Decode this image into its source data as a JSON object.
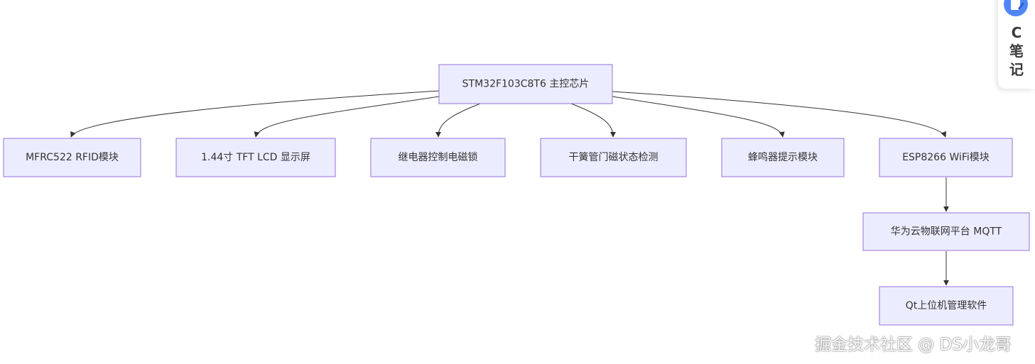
{
  "diagram": {
    "nodes": {
      "mcu": "STM32F103C8T6 主控芯片",
      "rfid": "MFRC522 RFID模块",
      "lcd": "1.44寸 TFT LCD 显示屏",
      "relay": "继电器控制电磁锁",
      "reed": "干簧管门磁状态检测",
      "buzzer": "蜂鸣器提示模块",
      "esp": "ESP8266 WiFi模块",
      "cloud": "华为云物联网平台 MQTT",
      "qt": "Qt上位机管理软件"
    },
    "edges": [
      [
        "mcu",
        "rfid"
      ],
      [
        "mcu",
        "lcd"
      ],
      [
        "mcu",
        "relay"
      ],
      [
        "mcu",
        "reed"
      ],
      [
        "mcu",
        "buzzer"
      ],
      [
        "mcu",
        "esp"
      ],
      [
        "esp",
        "cloud"
      ],
      [
        "cloud",
        "qt"
      ]
    ]
  },
  "note_widget": {
    "icon": "note-pencil-icon",
    "chars": [
      "C",
      "笔",
      "记"
    ]
  },
  "watermark": "掘金技术社区 @ DS小龙哥",
  "colors": {
    "node_fill": "#ECECFF",
    "node_stroke": "#9370DB",
    "edge": "#333333",
    "text": "#333333"
  }
}
